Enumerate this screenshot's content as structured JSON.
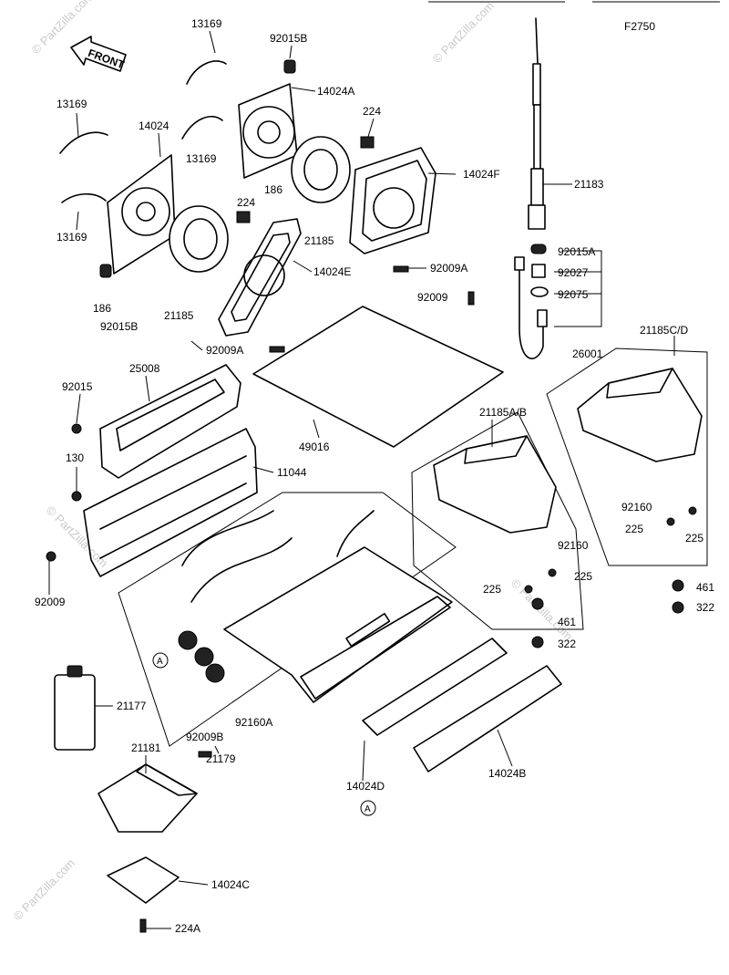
{
  "diagram": {
    "ref_code": "F2750",
    "front_arrow": "FRONT",
    "callout_a": "A",
    "watermark": "© PartZilla.com",
    "labels": {
      "l13169a": "13169",
      "l92015b_top": "92015B",
      "l14024a": "14024A",
      "l13169b": "13169",
      "l14024": "14024",
      "l224a": "224",
      "l13169c": "13169",
      "l186a": "186",
      "l224b": "224",
      "l14024f": "14024F",
      "l21183": "21183",
      "l13169d": "13169",
      "l21185a": "21185",
      "l92015a": "92015A",
      "l92009a_1": "92009A",
      "l92027": "92027",
      "l14024e": "14024E",
      "l92075": "92075",
      "l186b": "186",
      "l92015b_bot": "92015B",
      "l21185b": "21185",
      "l92009": "92009",
      "l26001": "26001",
      "l21185cd": "21185C/D",
      "l92009a_2": "92009A",
      "l25008": "25008",
      "l92015": "92015",
      "l21185ab": "21185A/B",
      "l49016": "49016",
      "l130": "130",
      "l11044": "11044",
      "l92160a": "92160",
      "l225a": "225",
      "l225b": "225",
      "l92160b": "92160",
      "l225c": "225",
      "l225d": "225",
      "l461a": "461",
      "l322a": "322",
      "l461b": "461",
      "l322b": "322",
      "l92009b": "92009",
      "l21177": "21177",
      "l92160a_s": "92160A",
      "l92009b_s": "92009B",
      "l21181": "21181",
      "l21179": "21179",
      "l14024d": "14024D",
      "l14024b": "14024B",
      "l14024c": "14024C",
      "l224a_s": "224A"
    }
  }
}
